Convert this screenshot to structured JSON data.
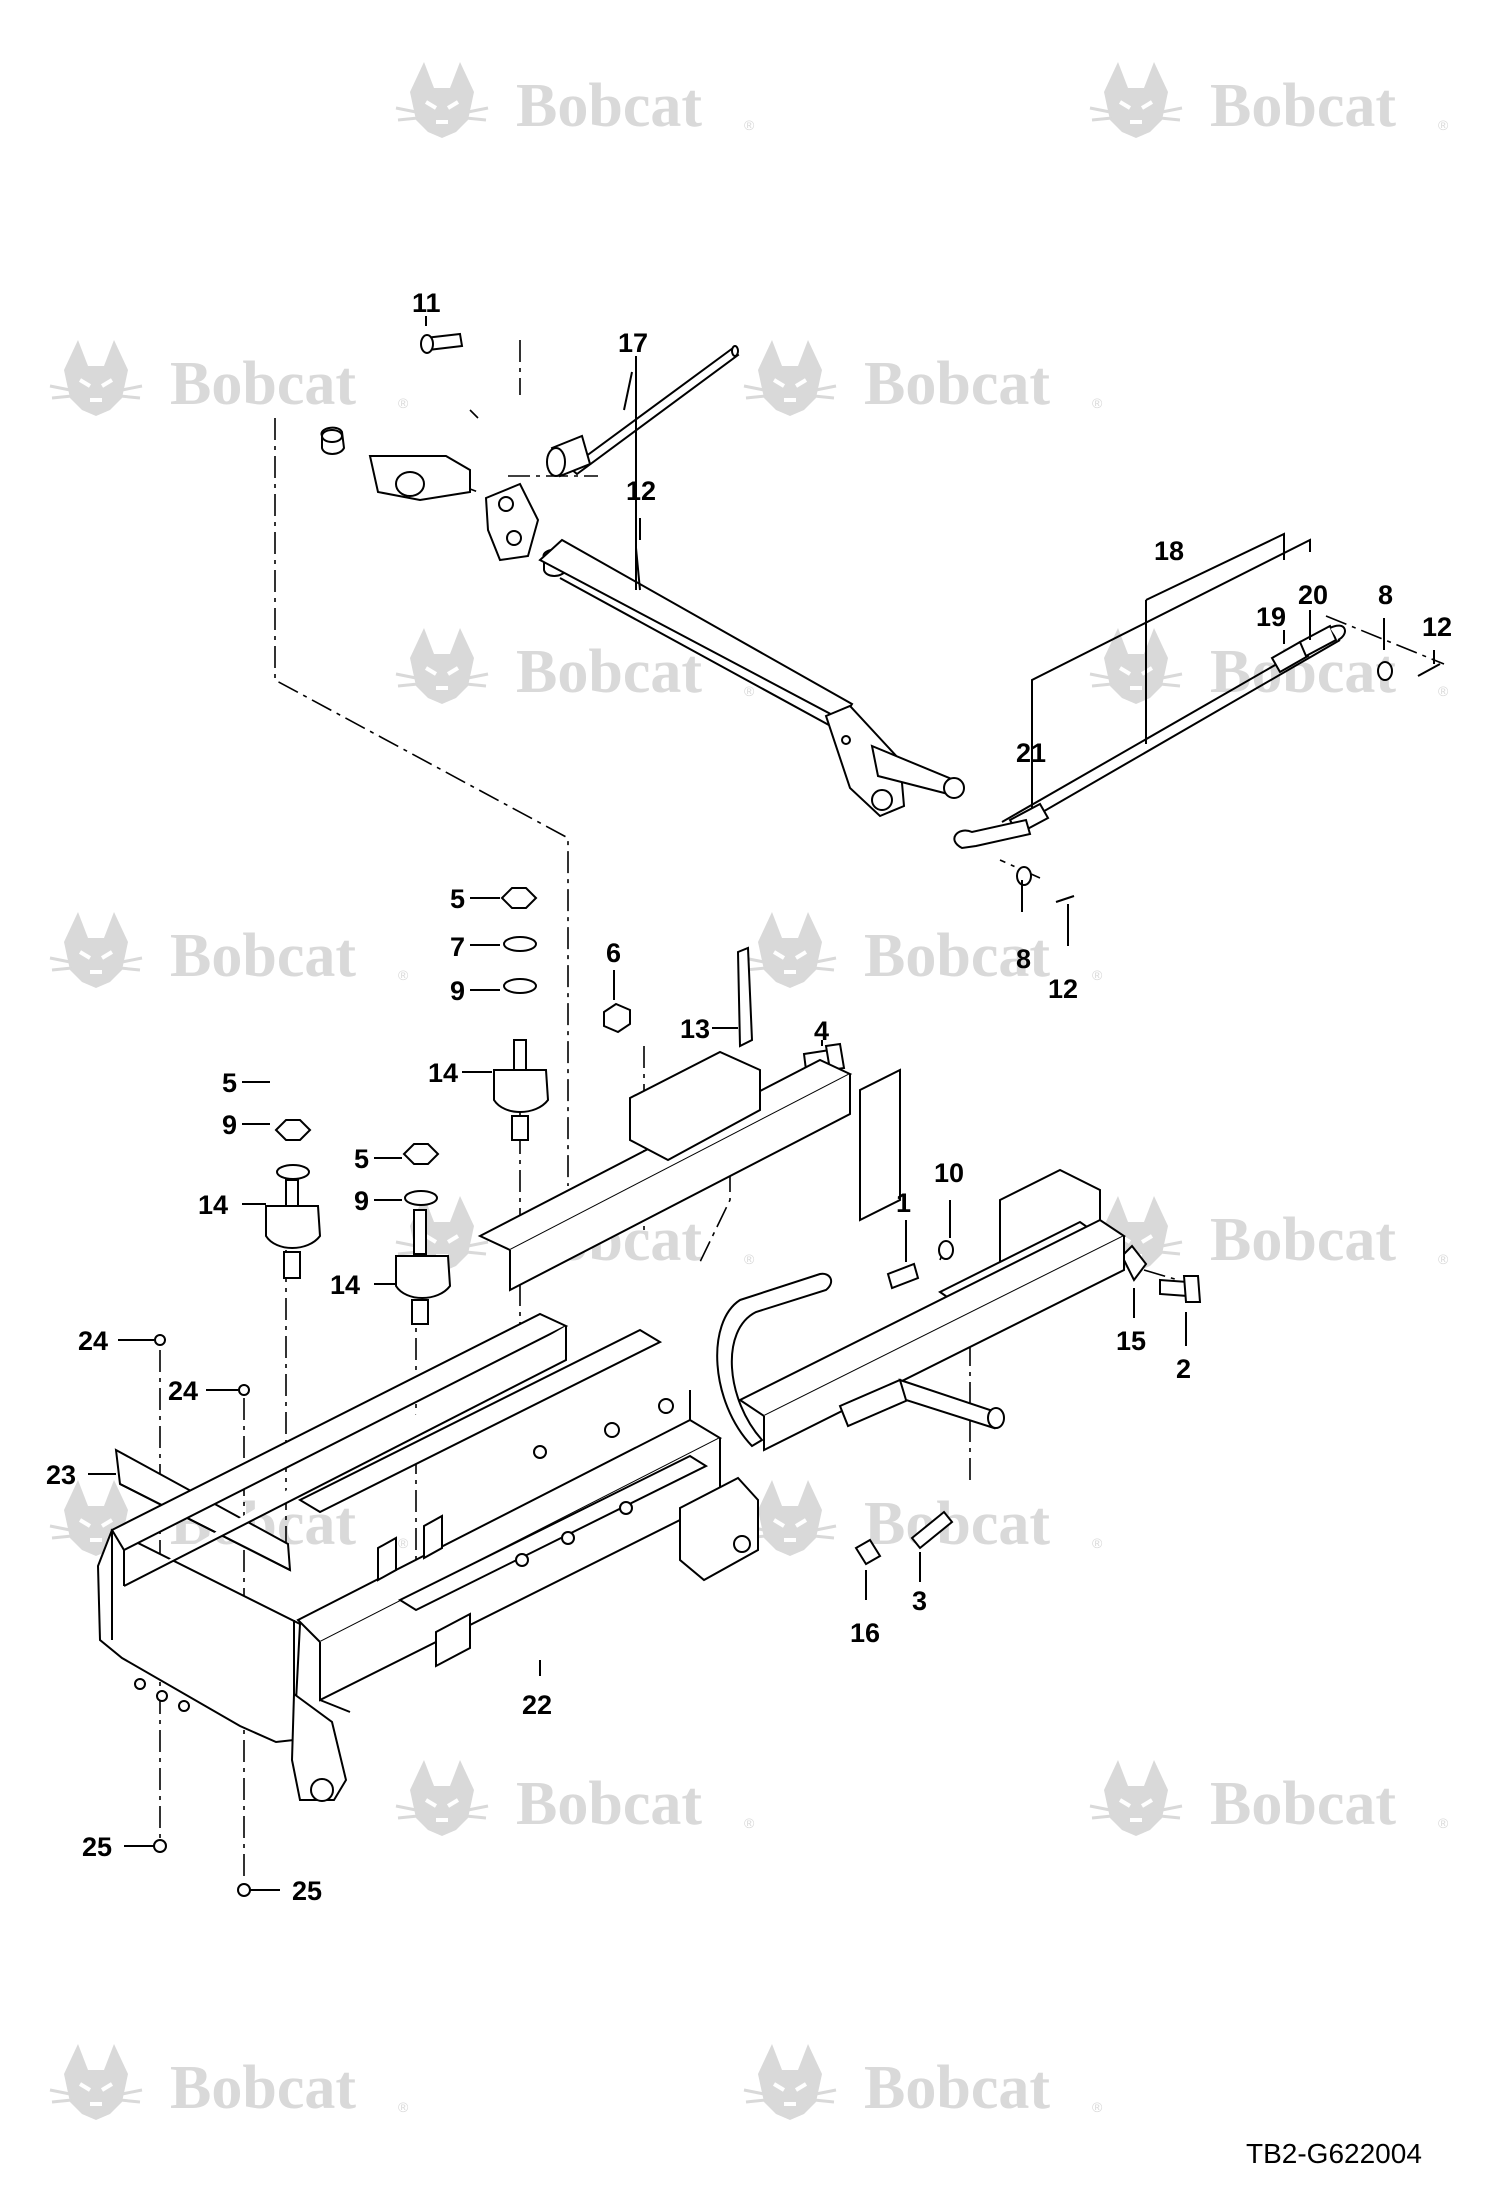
{
  "watermark": {
    "brand": "Bobcat",
    "registered": "®"
  },
  "drawing_id": "TB2-G622004",
  "callouts": {
    "c11": "11",
    "c17": "17",
    "c12a": "12",
    "c18": "18",
    "c20": "20",
    "c19": "19",
    "c8a": "8",
    "c12b": "12",
    "c21": "21",
    "c8b": "8",
    "c12c": "12",
    "c5a": "5",
    "c7": "7",
    "c9a": "9",
    "c14a": "14",
    "c6": "6",
    "c13": "13",
    "c4": "4",
    "c5b": "5",
    "c9b": "9",
    "c14b": "14",
    "c5c": "5",
    "c9c": "9",
    "c14c": "14",
    "c1": "1",
    "c10": "10",
    "c15": "15",
    "c2": "2",
    "c24a": "24",
    "c24b": "24",
    "c23": "23",
    "c3": "3",
    "c16": "16",
    "c22": "22",
    "c25a": "25",
    "c25b": "25"
  }
}
